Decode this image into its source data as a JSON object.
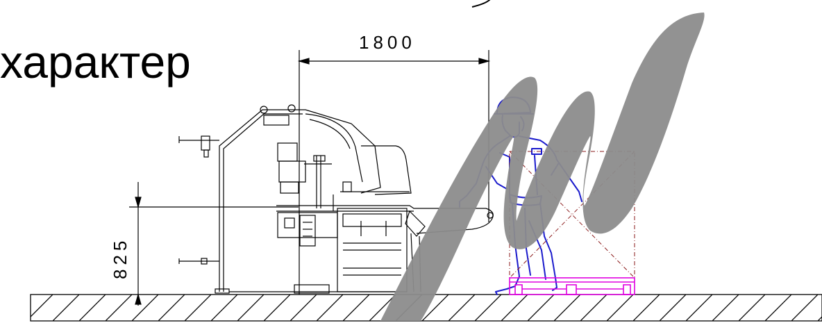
{
  "heading": {
    "text": "характер"
  },
  "dimensions": {
    "width_label": "1800",
    "height_label": "825"
  },
  "colors": {
    "drawing": "#000000",
    "operator": "#1a1acc",
    "pallet_load": "#8b1a1a",
    "pallet": "#e000e0",
    "watermark": "#8c8c8c"
  },
  "icons": {
    "operator": "worker-with-helmet-icon",
    "watermark": "brand-watermark-logo"
  }
}
